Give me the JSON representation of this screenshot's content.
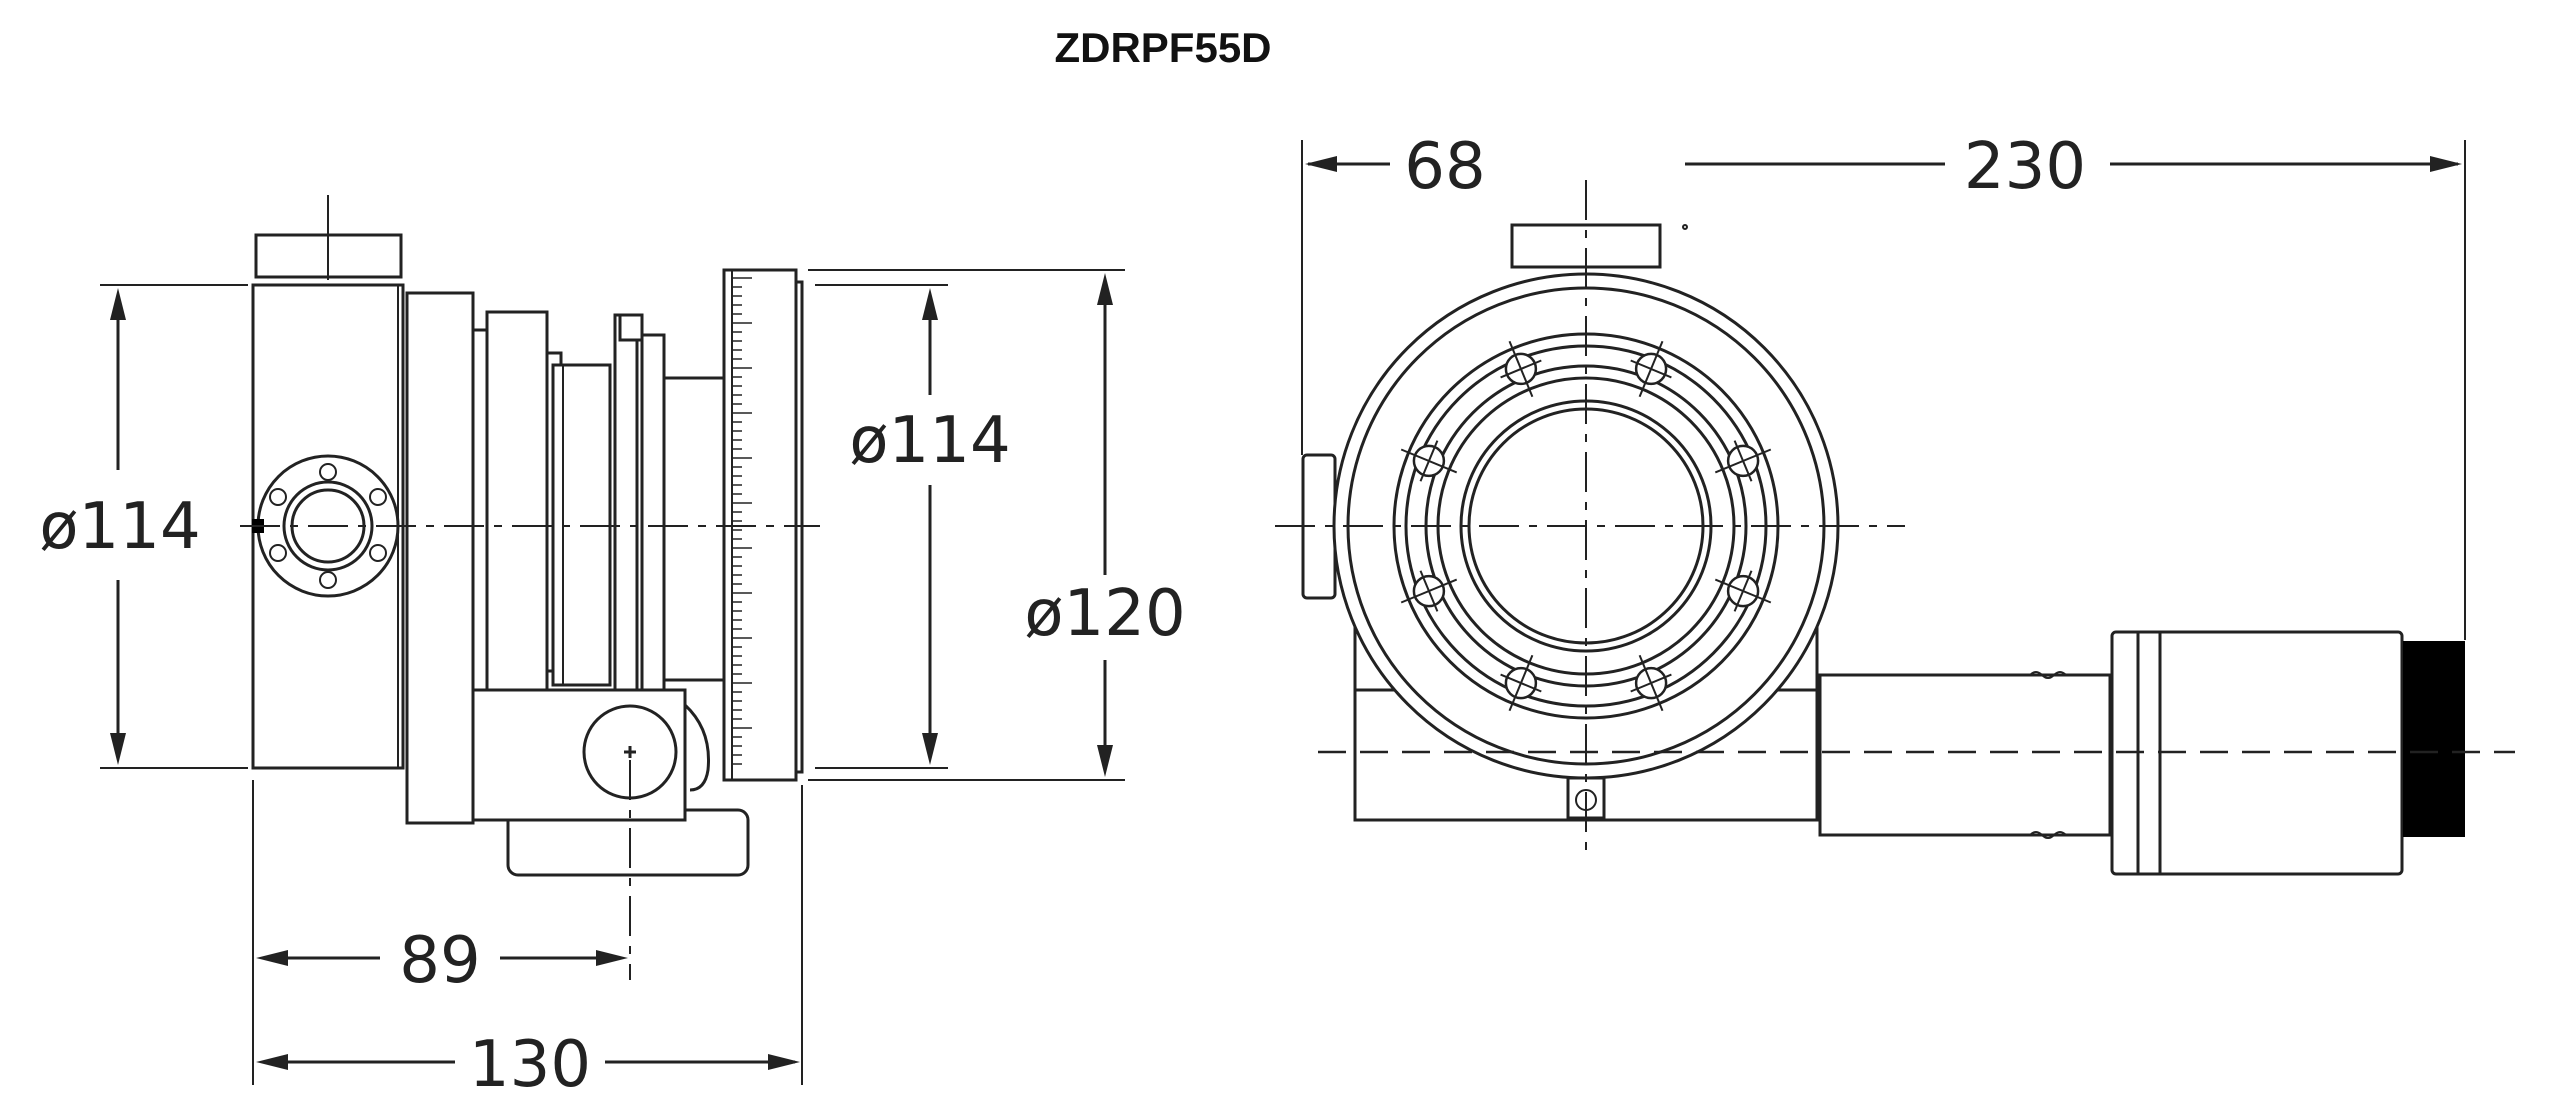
{
  "title": "ZDRPF55D",
  "dimensions": {
    "left_view": {
      "body_diameter": "ø114",
      "front_diameter": "ø114",
      "ring_diameter": "ø120",
      "width_to_knob": "89",
      "overall_width": "130"
    },
    "right_view": {
      "offset": "68",
      "overall_length": "230"
    }
  }
}
